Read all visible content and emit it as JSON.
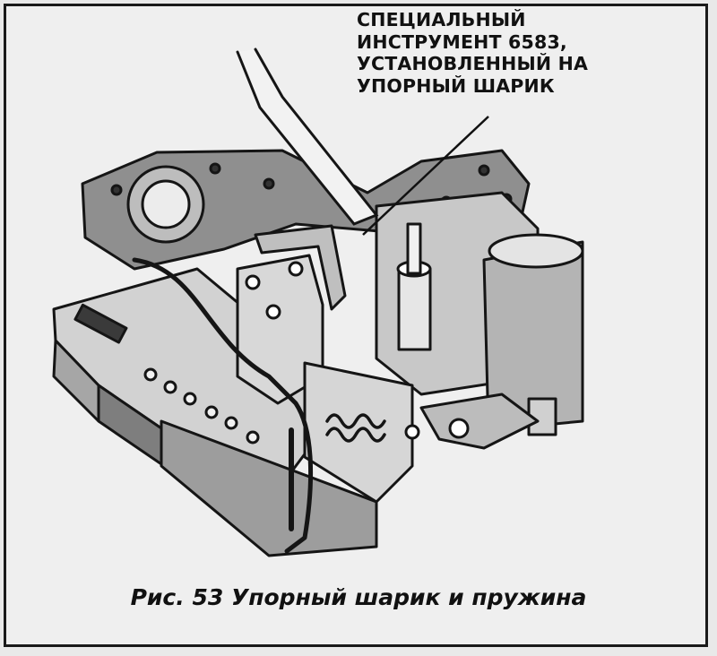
{
  "callout": {
    "line1": "СПЕЦИАЛЬНЫЙ",
    "line2": "ИНСТРУМЕНТ 6583,",
    "line3": "УСТАНОВЛЕННЫЙ НА",
    "line4": "УПОРНЫЙ ШАРИК"
  },
  "caption": "Рис. 53 Упорный шарик и пружина",
  "colors": {
    "ink": "#111111",
    "paper": "#efefef",
    "shade": "#8a8a8a"
  }
}
